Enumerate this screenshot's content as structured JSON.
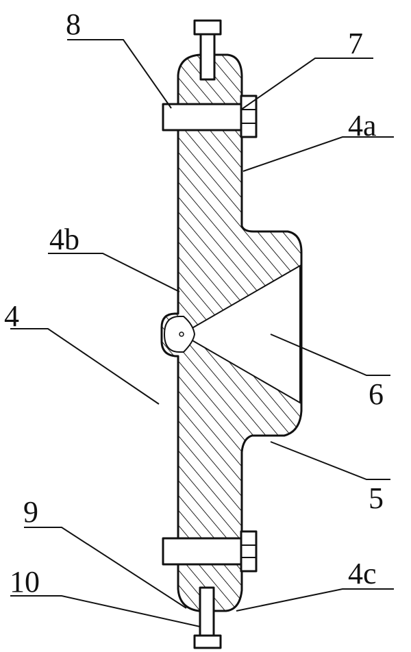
{
  "labels": {
    "l8": "8",
    "l7": "7",
    "l4a": "4a",
    "l4b": "4b",
    "l4": "4",
    "l6": "6",
    "l5": "5",
    "l9": "9",
    "l10": "10",
    "l4c": "4c"
  },
  "colors": {
    "line": "#111111",
    "background": "#ffffff"
  }
}
